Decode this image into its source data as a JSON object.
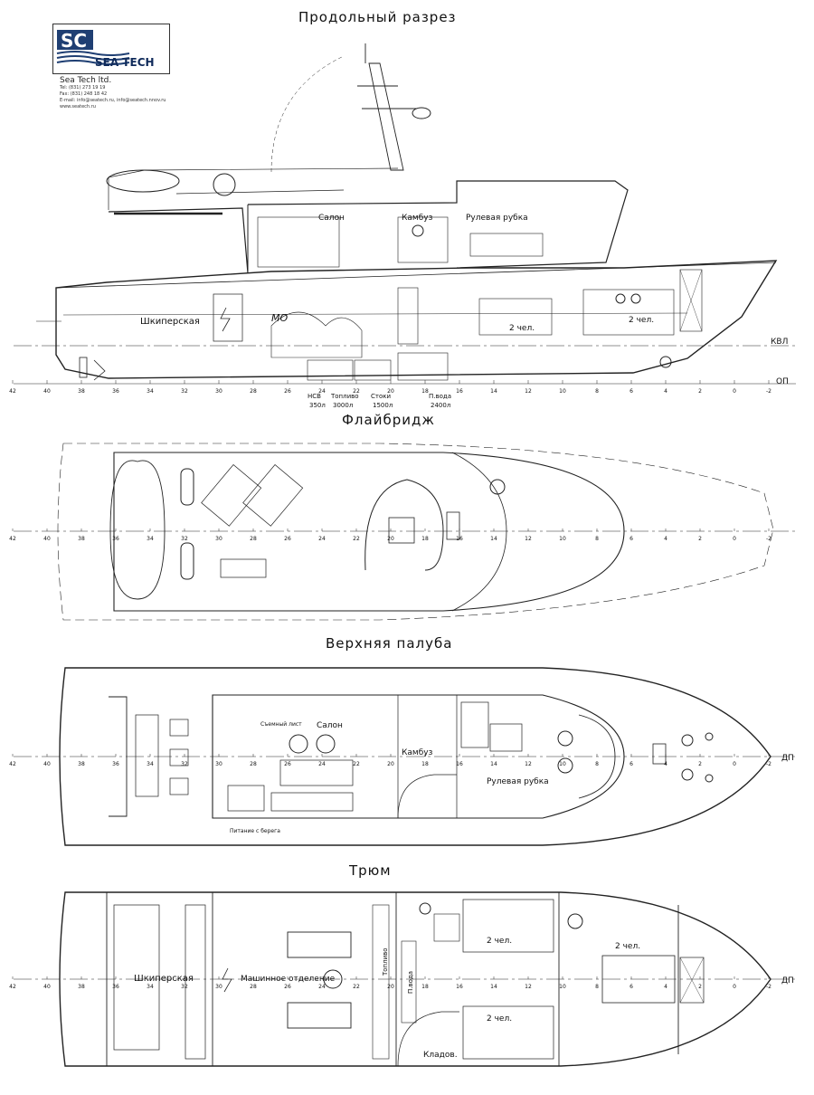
{
  "sections": {
    "profile": "Продольный разрез",
    "flybridge": "Флайбридж",
    "upper_deck": "Верхняя палуба",
    "hold": "Трюм"
  },
  "company": {
    "logo_text": "SEA TECH",
    "name": "Sea Tech ltd.",
    "tel": "Tel: (831) 273 19 19",
    "fax": "Fax: (831) 248 18 42",
    "email": "E-mail: info@seatech.ru, info@seatech.nnov.ru",
    "web": "www.seatech.ru"
  },
  "profile_labels": {
    "skipper": "Шкиперская",
    "engine_room": "МО",
    "salon": "Салон",
    "galley": "Камбуз",
    "wheelhouse": "Рулевая рубка",
    "cabin_1": "2 чел.",
    "cabin_2": "2 чел.",
    "waterline": "КВЛ",
    "baseline": "ОП"
  },
  "tanks": [
    {
      "name": "НСВ",
      "volume": "350л"
    },
    {
      "name": "Топливо",
      "volume": "3000л"
    },
    {
      "name": "Стоки",
      "volume": "1500л"
    },
    {
      "name": "П.вода",
      "volume": "2400л"
    }
  ],
  "upper_labels": {
    "removable_sheet": "Съемный лист",
    "salon": "Салон",
    "galley": "Камбуз",
    "wheelhouse": "Рулевая рубка",
    "shore_power": "Питание с берега",
    "dp": "ДП"
  },
  "hold_labels": {
    "skipper": "Шкиперская",
    "engine_room": "Машинное отделение",
    "fuel": "Топливо",
    "water": "П.вода",
    "cabin_a": "2 чел.",
    "cabin_b": "2 чел.",
    "cabin_c": "2 чел.",
    "storage": "Кладов.",
    "dp": "ДП"
  },
  "frame_numbers": [
    "42",
    "40",
    "38",
    "36",
    "34",
    "32",
    "30",
    "28",
    "26",
    "24",
    "22",
    "20",
    "18",
    "16",
    "14",
    "12",
    "10",
    "8",
    "6",
    "4",
    "2",
    "0",
    "-2"
  ],
  "colors": {
    "line": "#222222",
    "logo_blue": "#1f3f73",
    "accent": "#0f2a5a"
  }
}
